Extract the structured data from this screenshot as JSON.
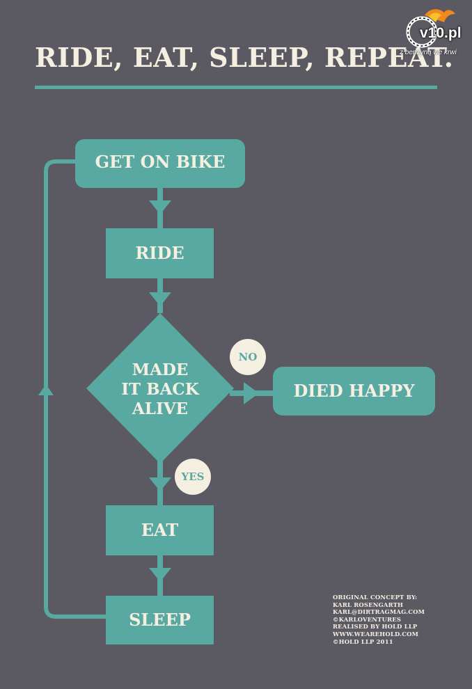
{
  "title": "RIDE, EAT, SLEEP, REPEAT.",
  "colors": {
    "background": "#5b5a63",
    "accent": "#58a9a2",
    "text": "#f4efe1",
    "badge": "#f4efe1"
  },
  "flowchart": {
    "nodes": {
      "get_on_bike": "GET ON BIKE",
      "ride": "RIDE",
      "decision": [
        "MADE",
        "IT BACK",
        "ALIVE"
      ],
      "died_happy": "DIED HAPPY",
      "eat": "EAT",
      "sleep": "SLEEP"
    },
    "branches": {
      "no": "NO",
      "yes": "YES"
    }
  },
  "credits": [
    "ORIGINAL CONCEPT BY:",
    "KARL ROSENGARTH",
    "KARL@DIRTRAGMAG.COM",
    "©KARLOVENTURES",
    "REALISED BY HOLD LLP",
    "WWW.WEAREHOLD.COM",
    "©HOLD LLP 2011"
  ],
  "watermark": {
    "name": "v10.pl",
    "tagline": "z benzyną we krwi"
  }
}
